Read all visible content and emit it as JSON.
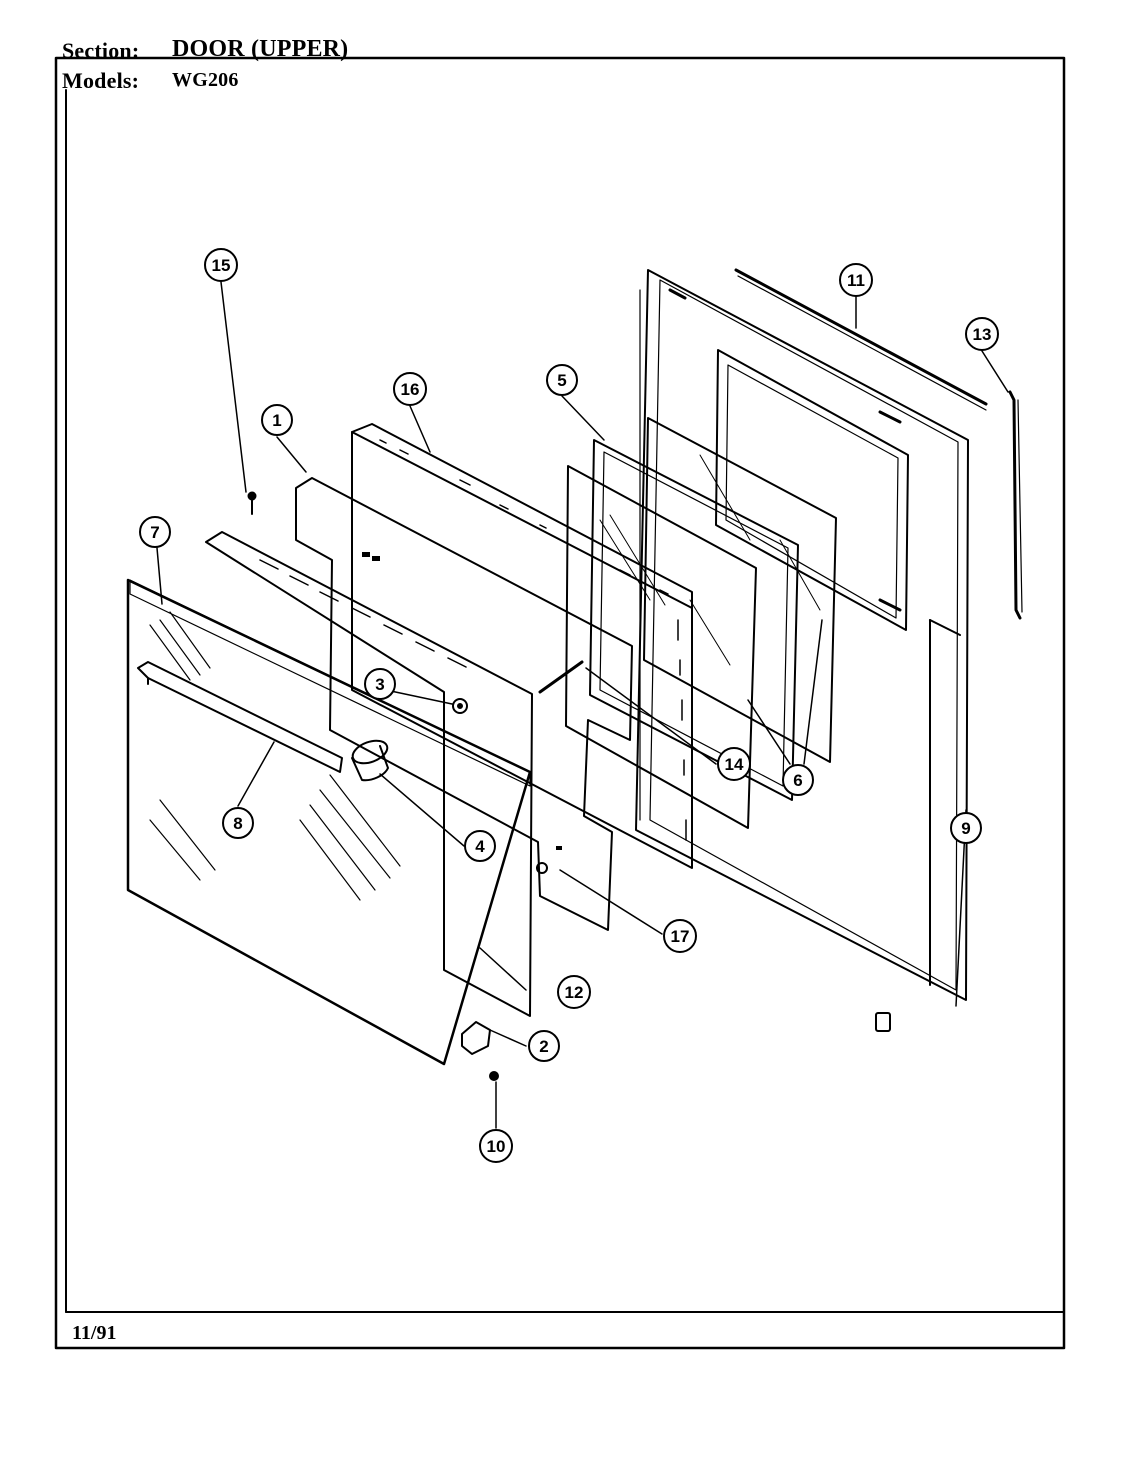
{
  "header": {
    "section_label": "Section:",
    "section_value": "DOOR (UPPER)",
    "models_label": "Models:",
    "models_value": "WG206"
  },
  "footer": {
    "date": "11/91"
  },
  "callouts": [
    {
      "id": "1",
      "label": "1"
    },
    {
      "id": "2",
      "label": "2"
    },
    {
      "id": "3",
      "label": "3"
    },
    {
      "id": "4",
      "label": "4"
    },
    {
      "id": "5",
      "label": "5"
    },
    {
      "id": "6",
      "label": "6"
    },
    {
      "id": "7",
      "label": "7"
    },
    {
      "id": "8",
      "label": "8"
    },
    {
      "id": "9",
      "label": "9"
    },
    {
      "id": "10",
      "label": "10"
    },
    {
      "id": "11",
      "label": "11"
    },
    {
      "id": "12",
      "label": "12"
    },
    {
      "id": "13",
      "label": "13"
    },
    {
      "id": "14",
      "label": "14"
    },
    {
      "id": "15",
      "label": "15"
    },
    {
      "id": "16",
      "label": "16"
    },
    {
      "id": "17",
      "label": "17"
    }
  ]
}
